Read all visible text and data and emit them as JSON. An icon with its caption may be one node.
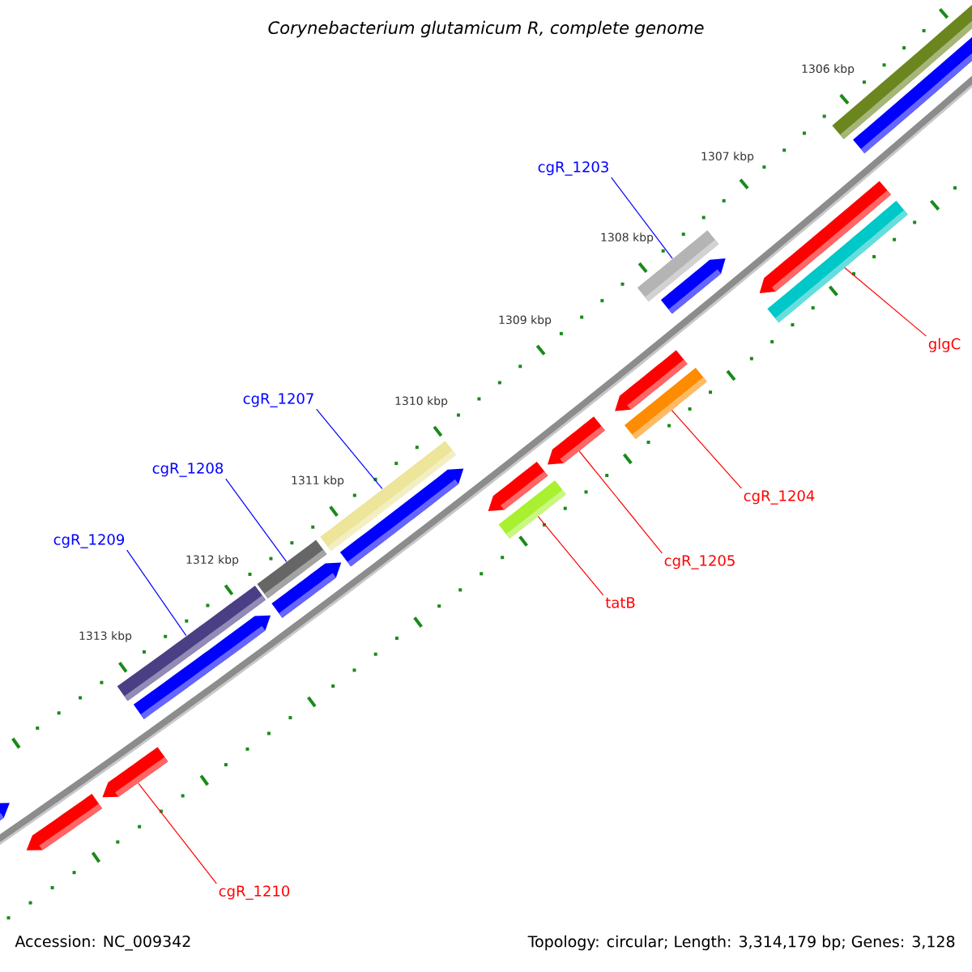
{
  "diagram": {
    "title": "Corynebacterium glutamicum R, complete genome",
    "nodes": [
      {
        "text": [
          "cgR_1203"
        ]
      },
      {
        "text": [
          "cgR_1207"
        ]
      },
      {
        "text": [
          "cgR_1208"
        ]
      },
      {
        "text": [
          "cgR_1209"
        ]
      },
      {
        "text": [
          "glgC"
        ]
      },
      {
        "text": [
          "cgR_1204"
        ]
      },
      {
        "text": [
          "cgR_1205"
        ]
      },
      {
        "text": [
          "tatB"
        ]
      },
      {
        "text": [
          "cgR_1210"
        ]
      },
      {
        "text": [],
        "shape": "arrow"
      },
      {
        "text": [],
        "shape": "arrow"
      },
      {
        "text": [],
        "shape": "arrow"
      },
      {
        "text": [],
        "shape": "bar"
      },
      {
        "text": [],
        "shape": "arrow"
      },
      {
        "text": [],
        "shape": "bar"
      },
      {
        "text": [],
        "shape": "arrow"
      },
      {
        "text": [],
        "shape": "bar"
      },
      {
        "text": [],
        "shape": "arrow"
      },
      {
        "text": [],
        "shape": "arrow"
      },
      {
        "text": [],
        "shape": "bar"
      },
      {
        "text": [],
        "shape": "arrow"
      },
      {
        "text": [],
        "shape": "bar"
      },
      {
        "text": [],
        "shape": "arrow"
      },
      {
        "text": [],
        "shape": "bar"
      },
      {
        "text": [],
        "shape": "arrow"
      },
      {
        "text": [],
        "shape": "bar"
      },
      {
        "text": [],
        "shape": "arrow"
      },
      {
        "text": [],
        "shape": "bar"
      },
      {
        "text": [],
        "shape": "arrow"
      }
    ],
    "edges": [
      {
        "from": 0,
        "to": 23,
        "arrow": "none",
        "color": "#0000ff"
      },
      {
        "from": 1,
        "to": 16,
        "arrow": "none",
        "color": "#0000ff"
      },
      {
        "from": 2,
        "to": 14,
        "arrow": "none",
        "color": "#0000ff"
      },
      {
        "from": 3,
        "to": 12,
        "arrow": "none",
        "color": "#0000ff"
      },
      {
        "from": 4,
        "to": 25,
        "arrow": "none"
      },
      {
        "from": 5,
        "to": 21,
        "arrow": "none"
      },
      {
        "from": 6,
        "to": 20,
        "arrow": "none"
      },
      {
        "from": 7,
        "to": 19,
        "arrow": "none"
      },
      {
        "from": 8,
        "to": 11,
        "arrow": "none"
      }
    ],
    "labels": [
      "1306 kbp",
      "1307 kbp",
      "1308 kbp",
      "1309 kbp",
      "1310 kbp",
      "1311 kbp",
      "1312 kbp",
      "1313 kbp",
      "Accession: NC_009342",
      "Topology: circular; Length: 3,314,179 bp; Genes: 3,128"
    ]
  }
}
